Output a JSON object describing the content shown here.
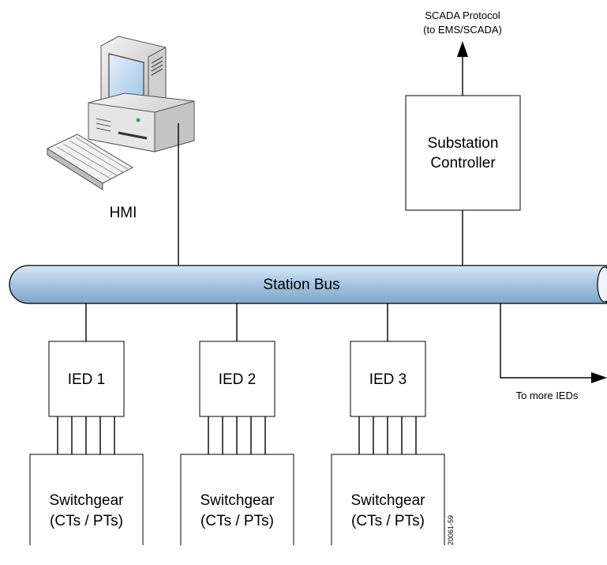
{
  "scada": {
    "line1": "SCADA Protocol",
    "line2": "(to EMS/SCADA)"
  },
  "controller": {
    "line1": "Substation",
    "line2": "Controller"
  },
  "hmi": {
    "label": "HMI",
    "icon": "desktop-computer-icon"
  },
  "bus": {
    "label": "Station Bus",
    "color": "#a9c8e3"
  },
  "ieds": [
    {
      "label": "IED 1",
      "gear_line1": "Switchgear",
      "gear_line2": "(CTs / PTs)"
    },
    {
      "label": "IED 2",
      "gear_line1": "Switchgear",
      "gear_line2": "(CTs / PTs)"
    },
    {
      "label": "IED 3",
      "gear_line1": "Switchgear",
      "gear_line2": "(CTs / PTs)"
    }
  ],
  "more_ieds": "To more IEDs",
  "figure_id": "20061-59"
}
